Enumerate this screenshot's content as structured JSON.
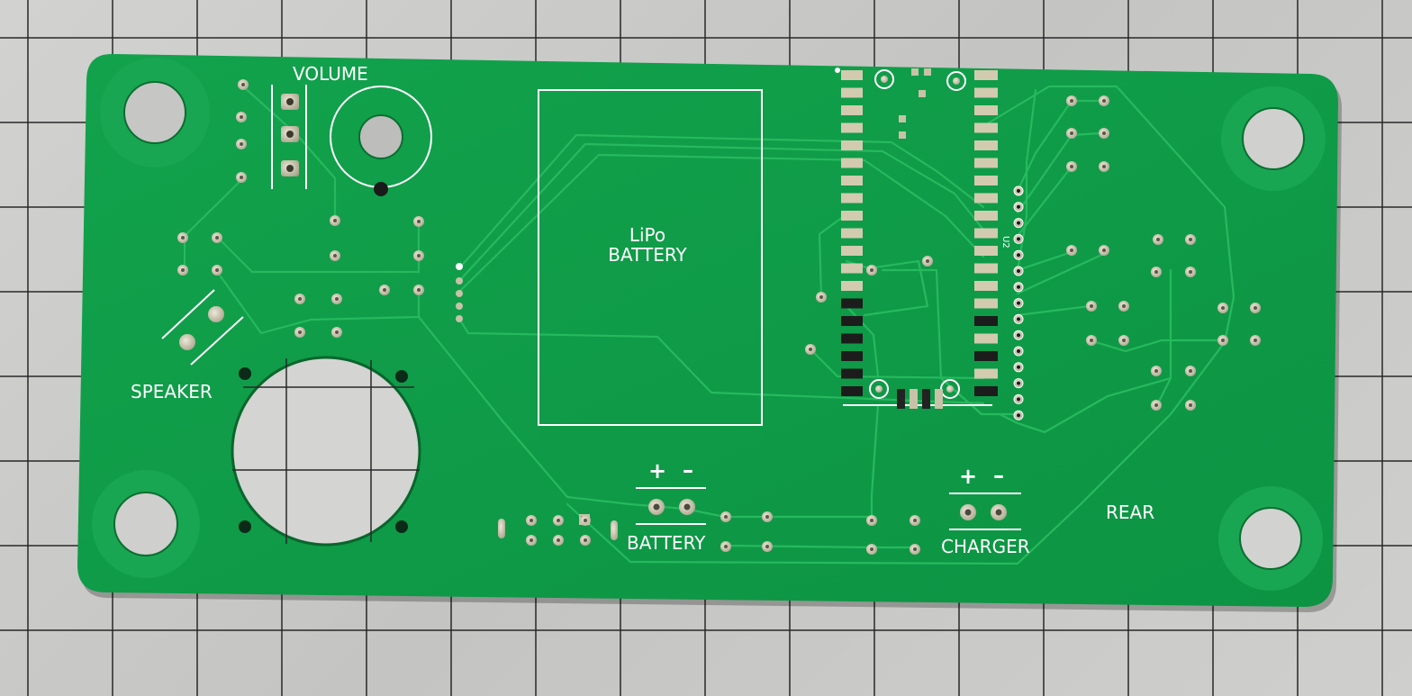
{
  "board": {
    "labels": {
      "volume": "VOLUME",
      "speaker": "SPEAKER",
      "lipo_line1": "LiPo",
      "lipo_line2": "BATTERY",
      "battery": "BATTERY",
      "charger": "CHARGER",
      "rear": "REAR",
      "u2": "U2",
      "plus": "+",
      "minus": "–"
    },
    "colors": {
      "pcb_green": "#0f9e49",
      "trace_green": "#22b55a",
      "silkscreen": "#ffffff",
      "pad_tin": "#c8c2a8",
      "background_grid": "#c9c9c7"
    }
  }
}
